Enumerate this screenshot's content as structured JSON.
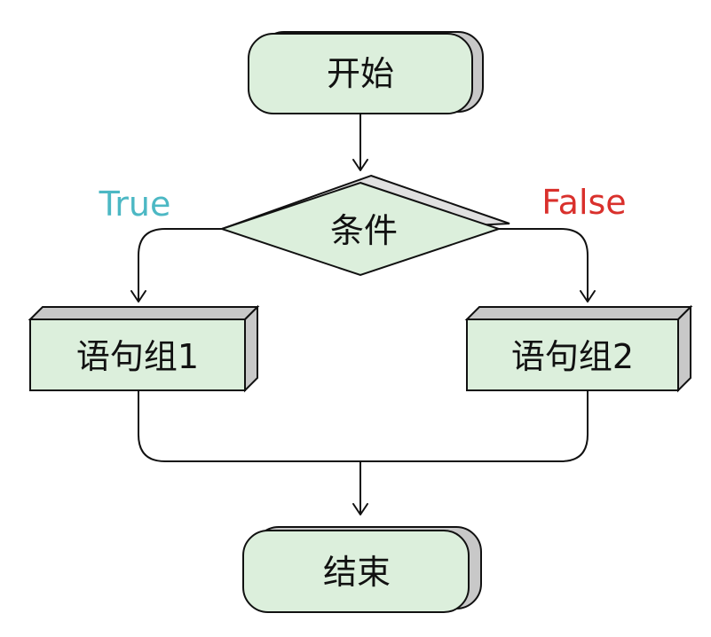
{
  "nodes": {
    "start": "开始",
    "condition": "条件",
    "group1": "语句组1",
    "group2": "语句组2",
    "end": "结束"
  },
  "branches": {
    "true_label": "True",
    "false_label": "False"
  },
  "colors": {
    "node_fill": "#dcefdc",
    "shadow": "#c8c8c8",
    "true_label": "#4cb8c4",
    "false_label": "#d9302c",
    "stroke": "#111111"
  }
}
